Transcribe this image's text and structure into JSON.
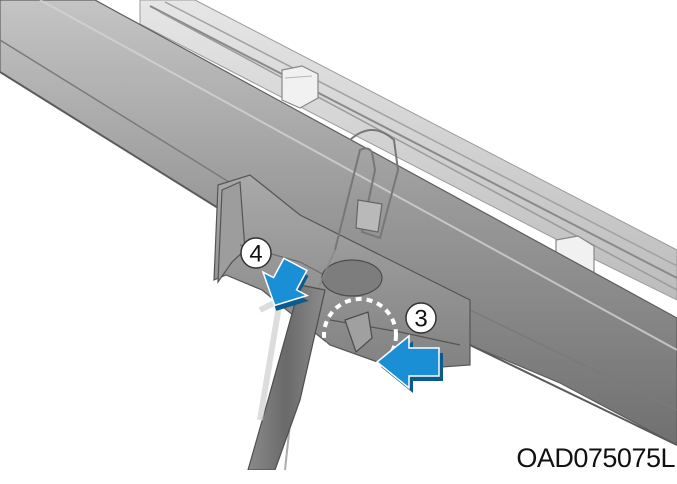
{
  "figure": {
    "code": "OAD075075L"
  },
  "steps": [
    {
      "number": "4"
    },
    {
      "number": "3"
    }
  ],
  "colors": {
    "background": "#ffffff",
    "arm": "#8f8f8f",
    "arm_dark": "#6f6f6f",
    "arm_light": "#b5b5b5",
    "blade": "#a8a8a8",
    "rubber": "#d6d6d6",
    "arrow": "#1b8fd6",
    "arrow_shadow": "#0d5a8c",
    "badge_fill": "#ffffff",
    "badge_stroke": "#333333"
  },
  "icons": {
    "press_arrow": "arrow-icon",
    "release_circle": "dashed-circle-icon"
  }
}
